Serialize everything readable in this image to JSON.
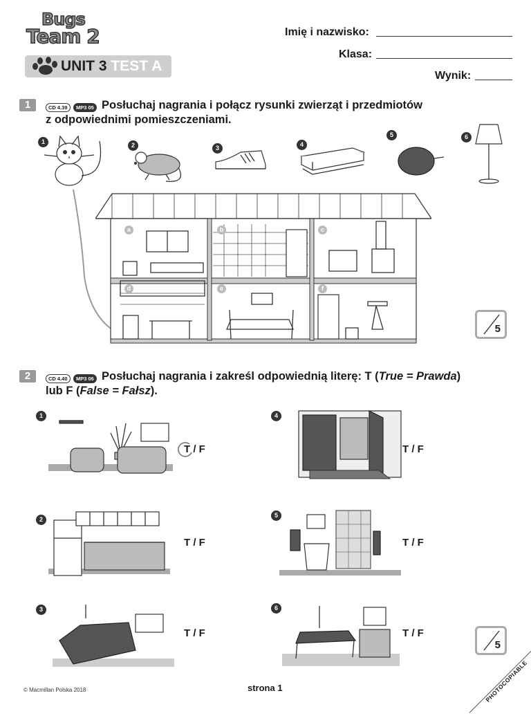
{
  "logo": {
    "line1": "Bugs",
    "line2": "Team 2"
  },
  "unit": {
    "unit_label": "UNIT 3",
    "test_label": "TEST A"
  },
  "fields": {
    "name": "Imię i nazwisko:",
    "class": "Klasa:",
    "score": "Wynik:"
  },
  "exercise1": {
    "number": "1",
    "cd": "CD 4.39",
    "mp3": "MP3 05",
    "instruction_line1": "Posłuchaj nagrania i połącz rysunki zwierząt i przedmiotów",
    "instruction_line2": "z odpowiednimi pomieszczeniami.",
    "items": [
      "1",
      "2",
      "3",
      "4",
      "5",
      "6"
    ],
    "rooms": [
      "a",
      "b",
      "c",
      "d",
      "e",
      "f"
    ],
    "score": "5"
  },
  "exercise2": {
    "number": "2",
    "cd": "CD 4.40",
    "mp3": "MP3 06",
    "instruction_line1_a": "Posłuchaj nagrania i zakreśl odpowiednią literę: T (",
    "instruction_line1_b": "True = Prawda",
    "instruction_line1_c": ")",
    "instruction_line2_a": "lub F (",
    "instruction_line2_b": "False = Fałsz",
    "instruction_line2_c": ").",
    "items": [
      {
        "num": "1",
        "answer": "T / F"
      },
      {
        "num": "2",
        "answer": "T / F"
      },
      {
        "num": "3",
        "answer": "T / F"
      },
      {
        "num": "4",
        "answer": "T / F"
      },
      {
        "num": "5",
        "answer": "T / F"
      },
      {
        "num": "6",
        "answer": "T / F"
      }
    ],
    "score": "5"
  },
  "footer": {
    "copyright": "© Macmillan Polska 2018",
    "page": "strona 1",
    "photocopiable": "PHOTOCOPIABLE"
  }
}
